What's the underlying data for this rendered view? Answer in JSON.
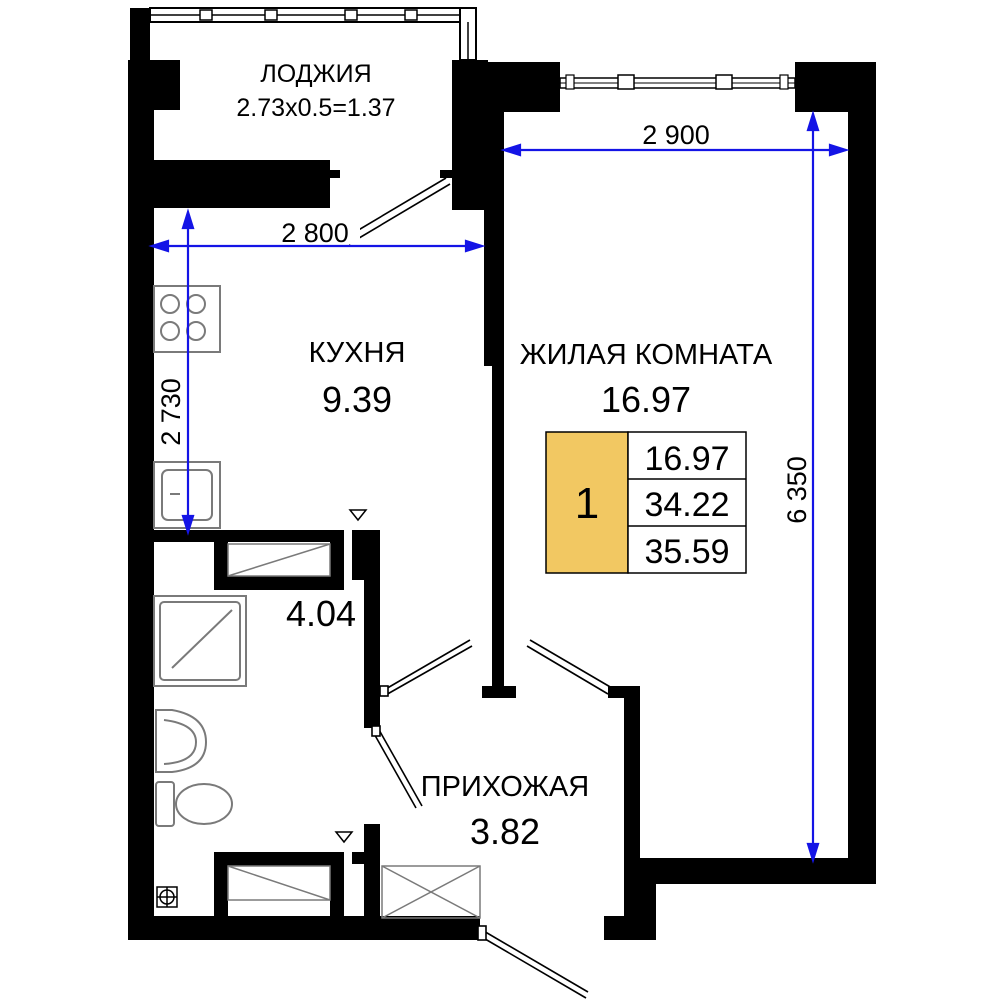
{
  "rooms": {
    "loggia": {
      "name": "ЛОДЖИЯ",
      "formula": "2.73x0.5=1.37"
    },
    "kitchen": {
      "name": "КУХНЯ",
      "area": "9.39"
    },
    "living": {
      "name": "ЖИЛАЯ КОМНАТА",
      "area": "16.97"
    },
    "bathroom": {
      "area": "4.04"
    },
    "hallway": {
      "name": "ПРИХОЖАЯ",
      "area": "3.82"
    }
  },
  "dimensions": {
    "loggia_width": "2 800",
    "living_width": "2 900",
    "kitchen_depth": "2 730",
    "living_depth": "6 350"
  },
  "summary": {
    "room_count": "1",
    "living_area": "16.97",
    "total_area": "34.22",
    "total_with_loggia": "35.59",
    "badge_color": "#f2c862"
  },
  "colors": {
    "wall": "#000000",
    "dimension_line": "#1414e6",
    "fixture_stroke": "#7a7a7a"
  }
}
